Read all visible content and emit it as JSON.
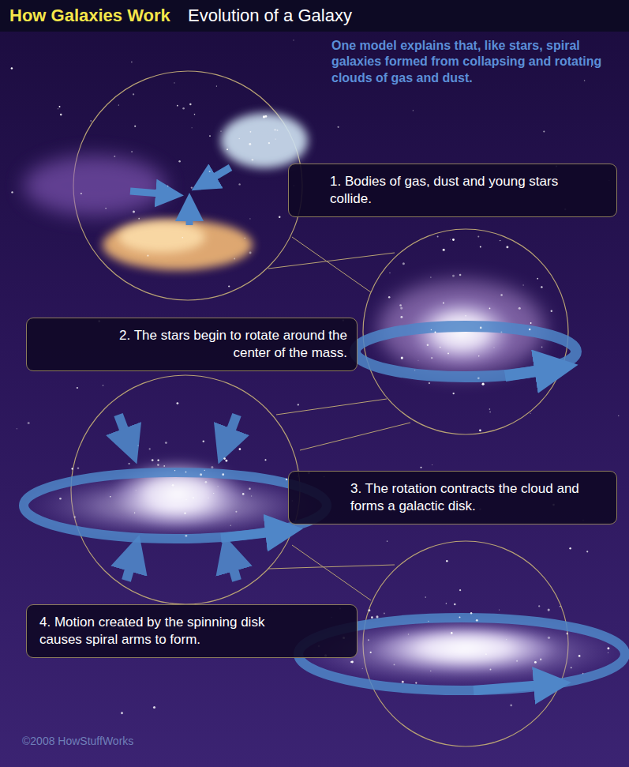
{
  "diagram": {
    "title": "How Galaxies Work",
    "nodes": [
      {
        "text": [
          "1. Bodies of gas, dust and young stars collide."
        ]
      },
      {
        "text": [
          "2. The stars begin to rotate around the center of the mass."
        ]
      },
      {
        "text": [
          "3. The rotation contracts the cloud and forms a galactic disk."
        ]
      },
      {
        "text": [
          "4. Motion created by the spinning disk causes spiral arms to form."
        ]
      }
    ],
    "labels": [
      "Evolution of a Galaxy",
      "One model explains that, like stars, spiral galaxies formed from collapsing and rotating clouds of gas and dust.",
      "©2008 HowStuffWorks"
    ]
  }
}
